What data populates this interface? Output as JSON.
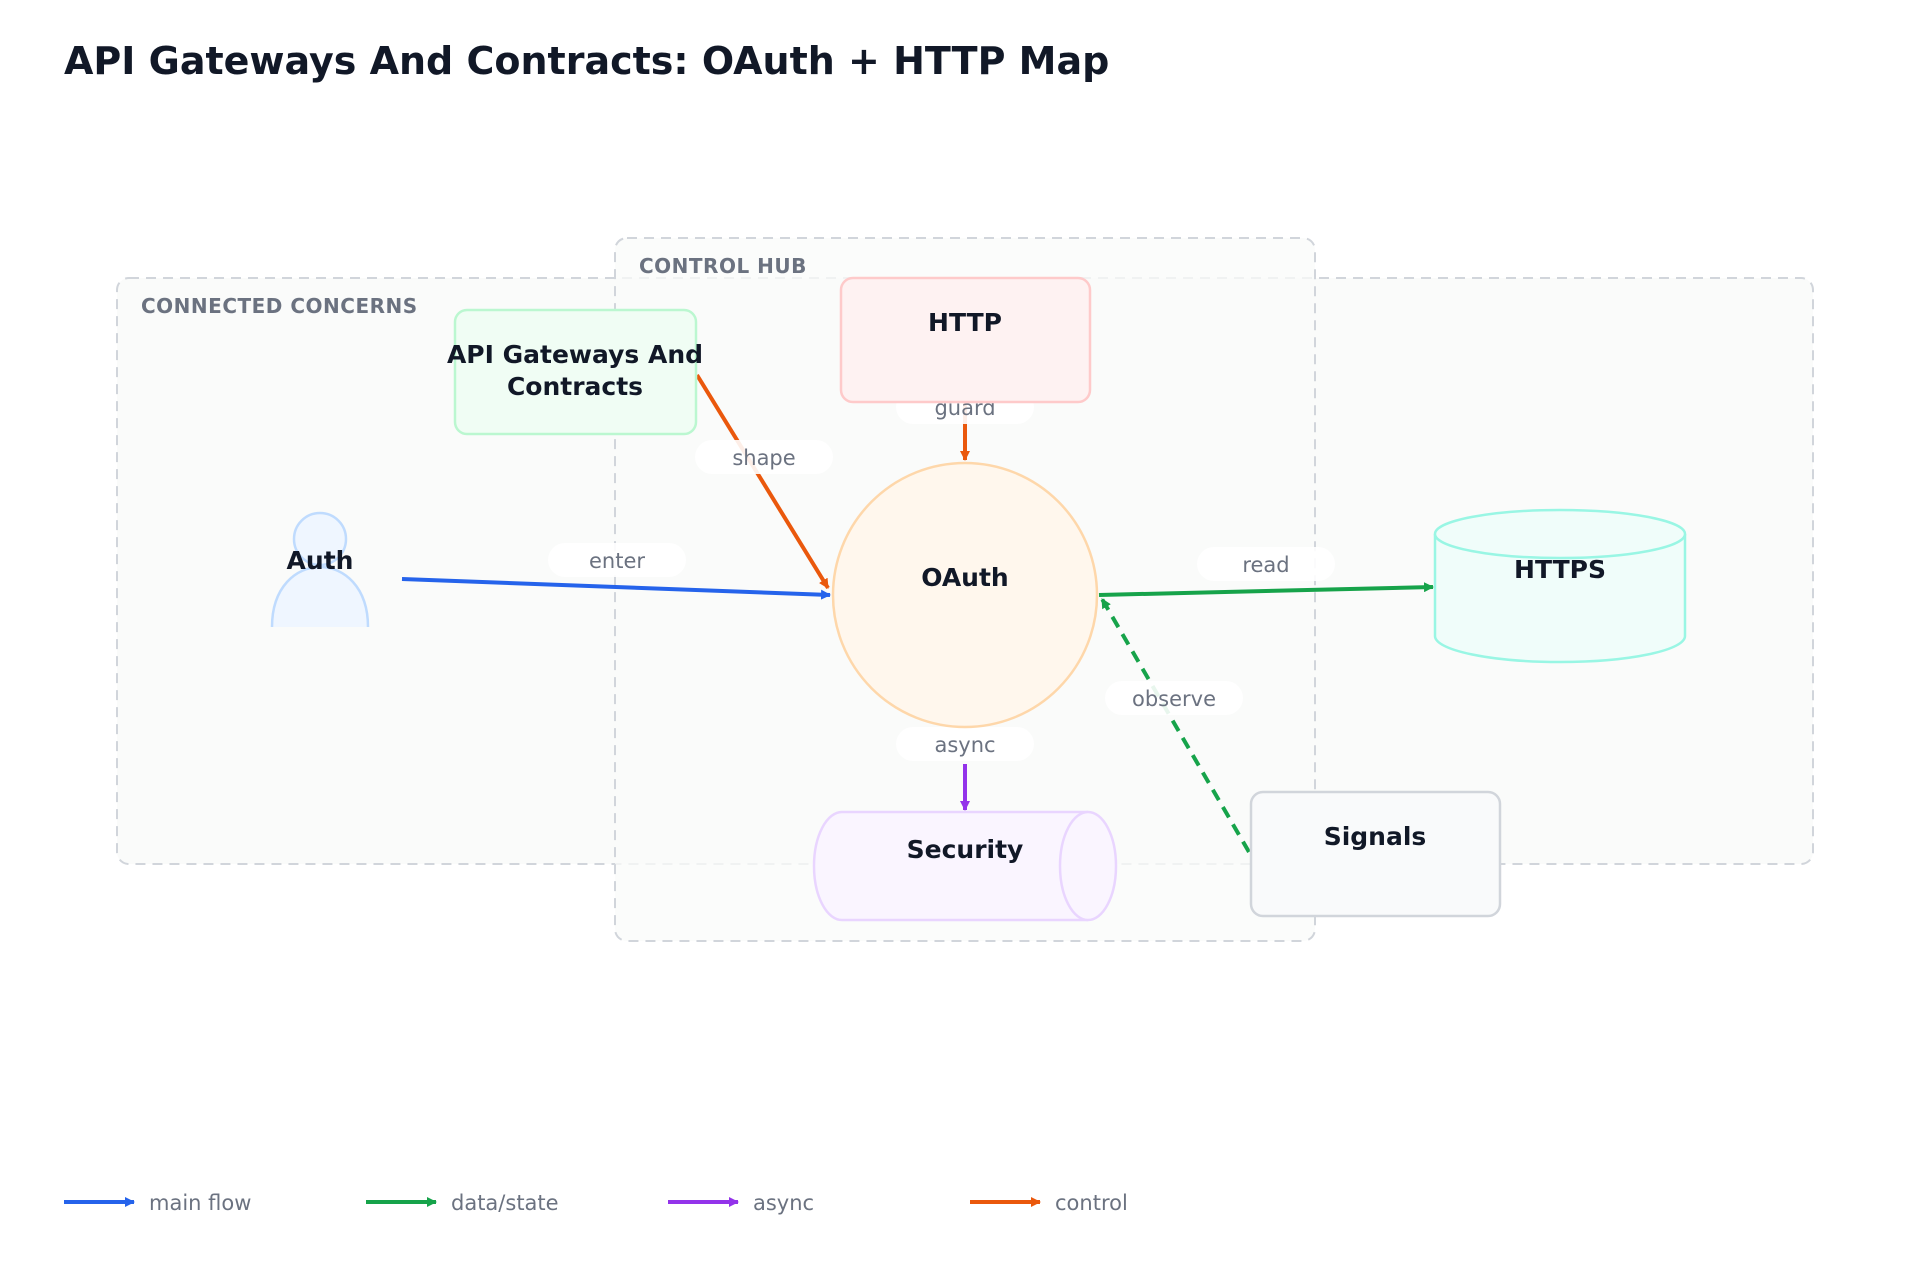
{
  "title": "API Gateways And Contracts: OAuth + HTTP Map",
  "groups": {
    "connected": {
      "label": "CONNECTED CONCERNS"
    },
    "hub": {
      "label": "CONTROL HUB"
    }
  },
  "nodes": {
    "auth": {
      "label": "Auth"
    },
    "gateways": {
      "line1": "API Gateways And",
      "line2": "Contracts"
    },
    "http": {
      "label": "HTTP"
    },
    "oauth": {
      "label": "OAuth"
    },
    "https": {
      "label": "HTTPS"
    },
    "security": {
      "label": "Security"
    },
    "signals": {
      "label": "Signals"
    }
  },
  "edges": {
    "enter": {
      "label": "enter"
    },
    "shape": {
      "label": "shape"
    },
    "guard": {
      "label": "guard"
    },
    "read": {
      "label": "read"
    },
    "async": {
      "label": "async"
    },
    "observe": {
      "label": "observe"
    }
  },
  "legend": {
    "main": {
      "label": "main flow",
      "color": "#2563eb"
    },
    "data": {
      "label": "data/state",
      "color": "#16a34a"
    },
    "async": {
      "label": "async",
      "color": "#9333ea"
    },
    "control": {
      "label": "control",
      "color": "#ea580c"
    }
  }
}
